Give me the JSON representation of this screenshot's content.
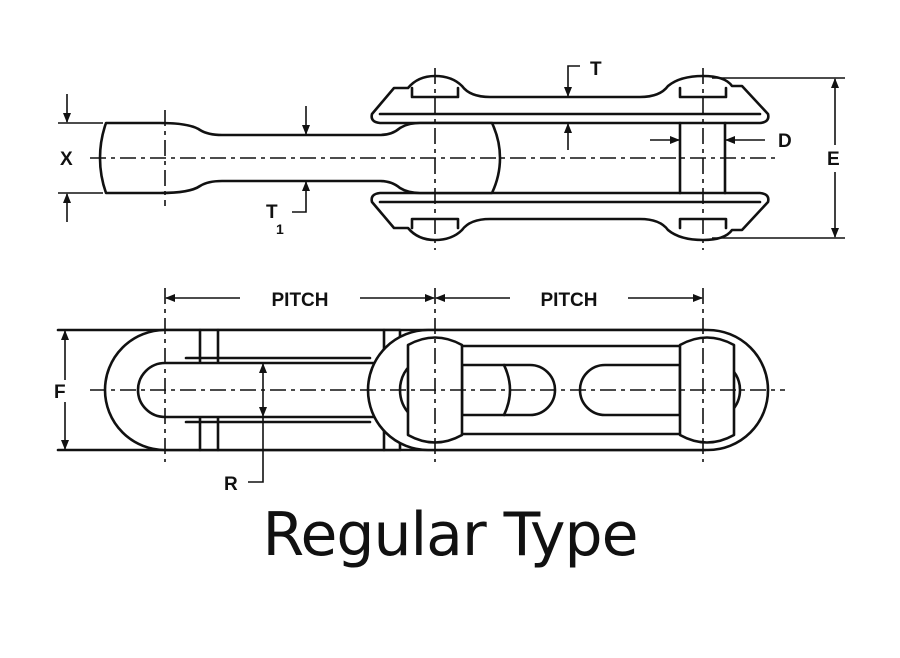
{
  "top_view": {
    "labels": {
      "x": "X",
      "t": "T",
      "t1_main": "T",
      "t1_sub": "1",
      "d": "D",
      "e": "E"
    }
  },
  "bottom_view": {
    "labels": {
      "pitch_left": "PITCH",
      "pitch_right": "PITCH",
      "f": "F",
      "r": "R"
    }
  },
  "caption": "Regular Type"
}
